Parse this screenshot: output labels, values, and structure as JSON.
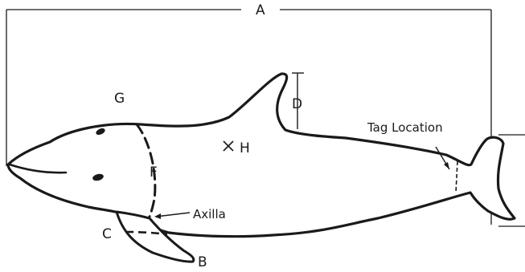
{
  "labels": {
    "a": "A",
    "b": "B",
    "c": "C",
    "d": "D",
    "f": "F",
    "g": "G",
    "h": "H",
    "axilla": "Axilla",
    "tag_location": "Tag Location"
  },
  "colors": {
    "ink": "#1a1a1a"
  }
}
